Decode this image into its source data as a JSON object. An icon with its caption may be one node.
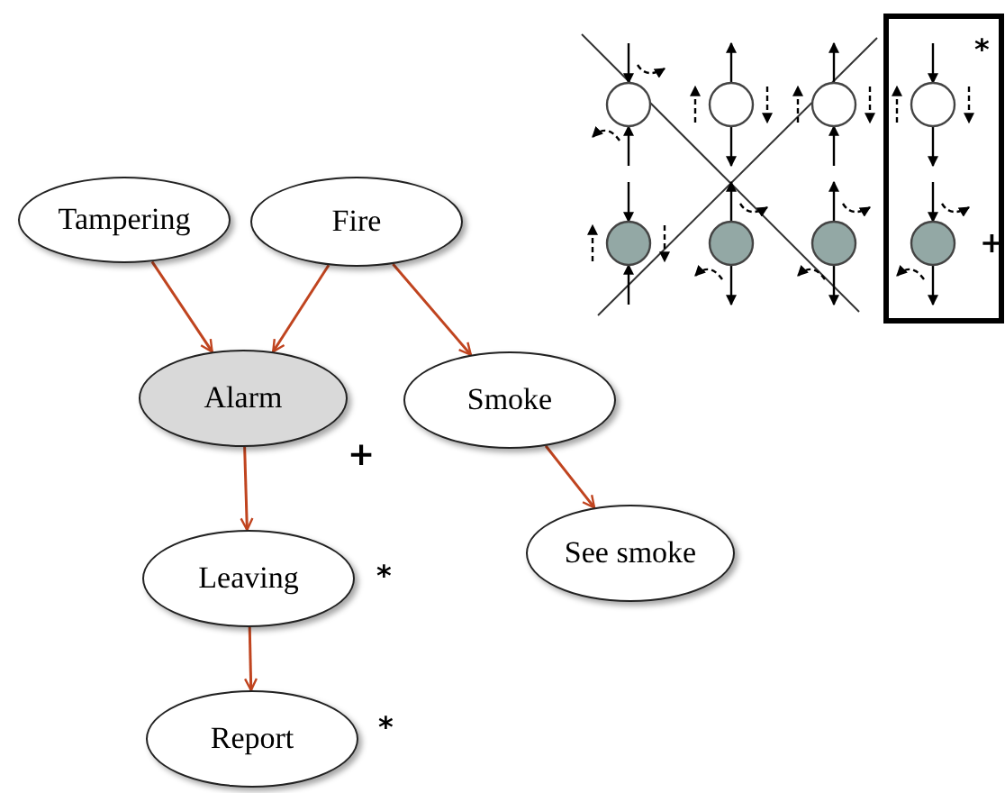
{
  "diagram": {
    "nodes": [
      {
        "text": [
          "Tampering"
        ]
      },
      {
        "text": [
          "Fire"
        ]
      },
      {
        "text": [
          "Alarm"
        ]
      },
      {
        "text": [
          "Smoke"
        ]
      },
      {
        "text": [
          "Leaving"
        ],
        "beside": [
          "*"
        ]
      },
      {
        "text": [
          "See smoke"
        ]
      },
      {
        "text": [
          "Report"
        ],
        "beside": [
          "*"
        ]
      }
    ],
    "edges": [
      {
        "from": 0,
        "to": 2,
        "arrow": "to"
      },
      {
        "from": 1,
        "to": 2,
        "arrow": "to"
      },
      {
        "from": 1,
        "to": 3,
        "arrow": "to"
      },
      {
        "from": 2,
        "to": 4,
        "arrow": "to"
      },
      {
        "from": 3,
        "to": 5,
        "arrow": "to"
      },
      {
        "from": 4,
        "to": 6,
        "arrow": "to"
      }
    ],
    "labels": [
      "+",
      "*",
      "+"
    ]
  }
}
